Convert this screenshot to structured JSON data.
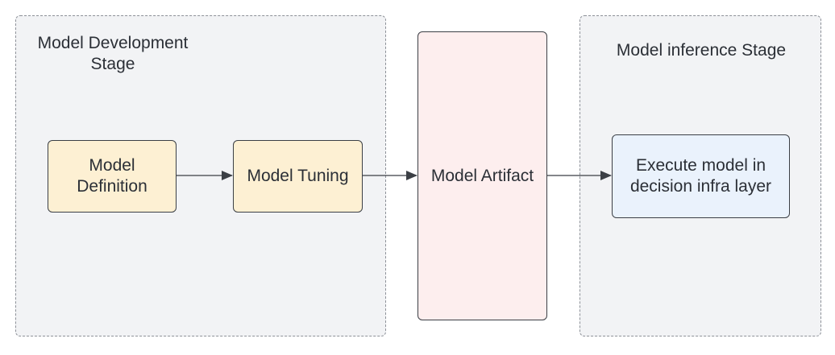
{
  "stages": {
    "development": {
      "title": "Model Development\nStage"
    },
    "inference": {
      "title": "Model inference Stage"
    }
  },
  "nodes": {
    "model_definition": "Model\nDefinition",
    "model_tuning": "Model Tuning",
    "model_artifact": "Model Artifact",
    "execute_model": "Execute model in\ndecision infra layer"
  },
  "colors": {
    "stage_fill": "#f2f3f5",
    "stage_border": "#8d9198",
    "process_fill": "#fdf0d3",
    "artifact_fill": "#fdeeee",
    "execute_fill": "#eaf2fc",
    "connector": "#3b3f45"
  }
}
